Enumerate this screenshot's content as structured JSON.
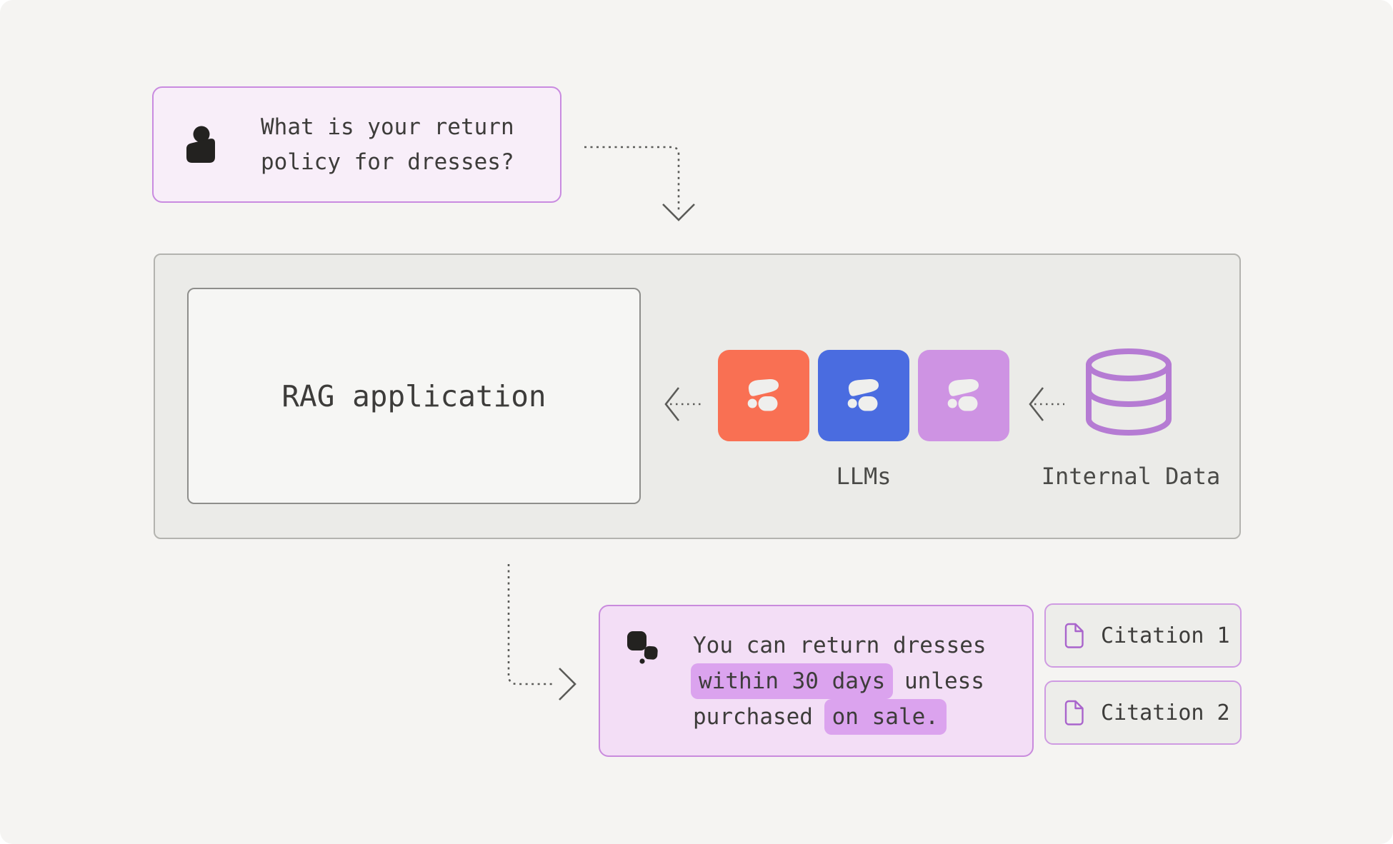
{
  "question": {
    "icon": "person-icon",
    "text": "What is your return policy for dresses?"
  },
  "rag": {
    "label": "RAG application"
  },
  "llms": {
    "label": "LLMs",
    "icon": "model-logo-icon",
    "providers": [
      {
        "name": "llm-orange",
        "color": "#F97053"
      },
      {
        "name": "llm-blue",
        "color": "#4A6CE0"
      },
      {
        "name": "llm-purple",
        "color": "#CE93E3"
      }
    ]
  },
  "internal_data": {
    "label": "Internal Data",
    "icon": "database-icon",
    "color": "#B57BD3"
  },
  "answer": {
    "icon": "chat-bubbles-icon",
    "seg1": "You can return dresses ",
    "seg2": "within 30 days",
    "seg3": " unless purchased ",
    "seg4": "on sale.",
    "highlight_color": "#DBA3EE"
  },
  "citations": {
    "icon": "document-icon",
    "items": [
      {
        "label": "Citation 1"
      },
      {
        "label": "Citation 2"
      }
    ]
  },
  "colors": {
    "page_bg": "#F5F4F2",
    "question_bubble_bg": "#F8EEF9",
    "question_bubble_border": "#C98BE0",
    "answer_bubble_bg": "#F3DEF6",
    "answer_bubble_border": "#C98BDD",
    "container_bg": "#EBEBE8",
    "container_border": "#B3B3AF",
    "rag_box_bg": "#F6F6F4",
    "rag_box_border": "#8E8E8B",
    "citation_bg": "#EDEDEA",
    "citation_border": "#CF9BE2",
    "arrow": "#5B5B58",
    "text": "#3D3C3A"
  }
}
